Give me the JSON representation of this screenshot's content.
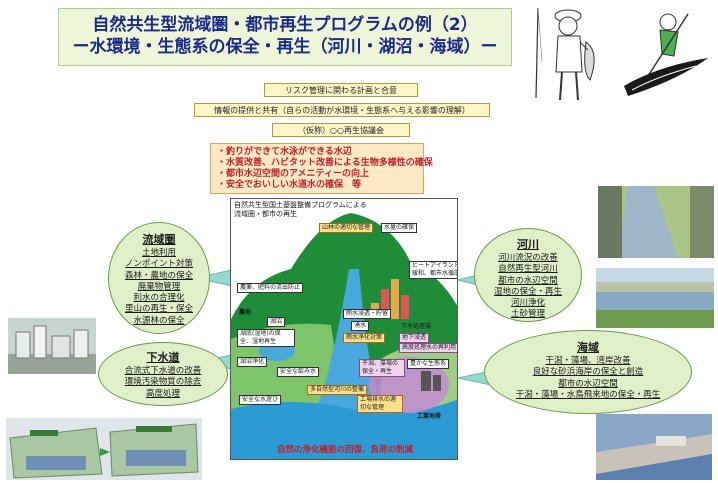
{
  "title": {
    "line1": "自然共生型流域圏・都市再生プログラムの例（2）",
    "line2": "ー水環境・生態系の保全・再生（河川・湖沼・海域）ー"
  },
  "process": {
    "step1": "リスク管理に関わる計画と合意",
    "step2": "情報の提供と共有（自らの活動が水環境・生態系へ与える影響の理解）",
    "step3": "（仮称）○○再生協議会"
  },
  "goals": [
    "・釣りができて水泳ができる水辺",
    "・水質改善、ハビタット改善による生物多様性の確保",
    "・都市水辺空間のアメニティーの向上",
    "・安全でおいしい水道水の確保　等"
  ],
  "basin": {
    "heading": "流域圏",
    "items": [
      "土地利用",
      "ノンポイント対策",
      "森林・農地の保全",
      "廃棄物管理",
      "利水の合理化",
      "里山の再生・保全",
      "水源林の保全"
    ]
  },
  "sewer": {
    "heading": "下水道",
    "items": [
      "合流式下水道の改善",
      "環境汚染物質の除去",
      "高度処理"
    ]
  },
  "river": {
    "heading": "河川",
    "items": [
      "河川流況の改善",
      "自然再生型河川",
      "都市の水辺空間",
      "湿地の保全・再生",
      "河川浄化",
      "土砂管理"
    ]
  },
  "sea": {
    "heading": "海域",
    "items": [
      "干潟・藻場、湾岸改善",
      "良好な砂浜海岸の保全と創造",
      "都市の水辺空間",
      "干潟・藻場・水鳥飛来地の保全・再生"
    ]
  },
  "center": {
    "caption1": "自然共生型国土基盤整備プログラムによる",
    "caption2": "流域圏・都市の再生",
    "labels": {
      "forest": "山林の適切な管理",
      "water_source": "水量の確保",
      "heat_island": "ヒートアイランド緩和、都市水循環",
      "farmland_runoff": "農薬、肥料の流出防止",
      "farmland": "農地",
      "lake": "湖沼",
      "lake_cleanup": "湖沼浄化",
      "wetland": "湖底(湿地)の保全、湿地再生",
      "urban_water": "湧水",
      "rain_storage": "雨水浸透・貯留",
      "purification": "雨水浄化対策",
      "sewage_plant": "下水処理場",
      "groundwater": "地下浸透",
      "reclaimed": "高度処理水の再利用",
      "safe_water": "安全な飲み水",
      "diverse_river": "多自然型河川の整備",
      "sediment": "干潟、藻場の保全・再生",
      "clean_beach": "豊かな生態系",
      "effluent": "工場排水の適切な管理",
      "safe_water2": "安全な水遊び",
      "industrial": "工業地帯"
    },
    "footer": "自然の浄化機能の回復、負荷の削減"
  }
}
